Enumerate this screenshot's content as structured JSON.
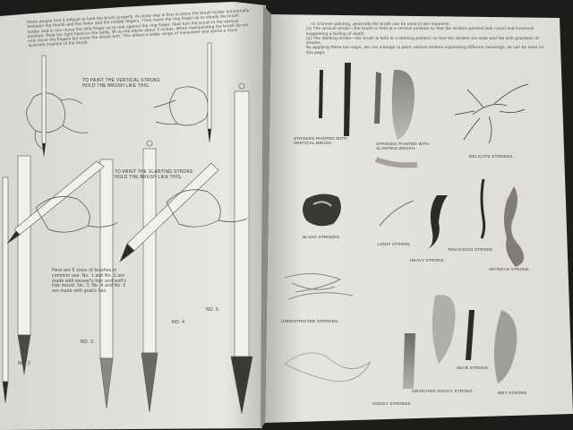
{
  "left_page": {
    "intro": "Many people find it difficult to hold the brush properly. An easy way is first to place the brush holder horizontally between the thumb and the index and the middle fingers. Then move the ring finger up to steady the brush holder and in turn move the little finger up to rest against the ring finger. Now turn the brush to the vertical position. Rest the right hand on the table, lift so the elbow about 3 inches. When manipulating the brush do not only move the fingers but move the whole arm. This allows a wider range of movement and spirits a more accurate position of the brush.",
    "vertical_caption": "To paint the vertical stroke hold the brush like this.",
    "slanting_caption": "To paint the slanting stroke hold the brush like this.",
    "sizes_note": "Here are 5 sizes of brushes in common use. No. 1 and No. 2 are made with weasel's hair and wolf's hair mixed. No. 3, No. 4 and No. 5 are made with goat's hair.",
    "brush_labels": [
      "No. 2",
      "No. 3",
      "No. 4",
      "No. 5"
    ]
  },
  "right_page": {
    "intro": [
      "In Chinese painting, generally the brush can be used in two manners.",
      "(1) The vertical stroke—the brush is held at a vertical position so that the strokes painted look round and luxurious suggesting a feeling of depth.",
      "(2) The slanting stroke—the brush is held at a slanting position so that the strokes are wide and flat with gradation of shades.",
      "By applying these two ways, we can manage to paint various strokes expressing different meanings, as can be seen on this page."
    ],
    "stroke_labels": {
      "vertical": "Strokes painted with vertical brush.",
      "slanting": "Strokes painted with slanting brush.",
      "delicate": "Delicate strokes.",
      "blunt": "Blunt strokes.",
      "light": "Light stroke.",
      "heavy": "Heavy stroke.",
      "tenacious": "Tenacious stroke.",
      "veteran": "Veteran stroke.",
      "unrestricted": "Unrestricted strokes.",
      "soggy": "Soggy strokes.",
      "gradated_soggy": "Gradated soggy stroke.",
      "sear": "Sear stroke.",
      "wet": "Wet stroke."
    }
  },
  "colors": {
    "background": "#1d1c1a",
    "paper_left": "#e6e4de",
    "paper_right": "#e9e7e1",
    "ink": "#2b2a28"
  }
}
